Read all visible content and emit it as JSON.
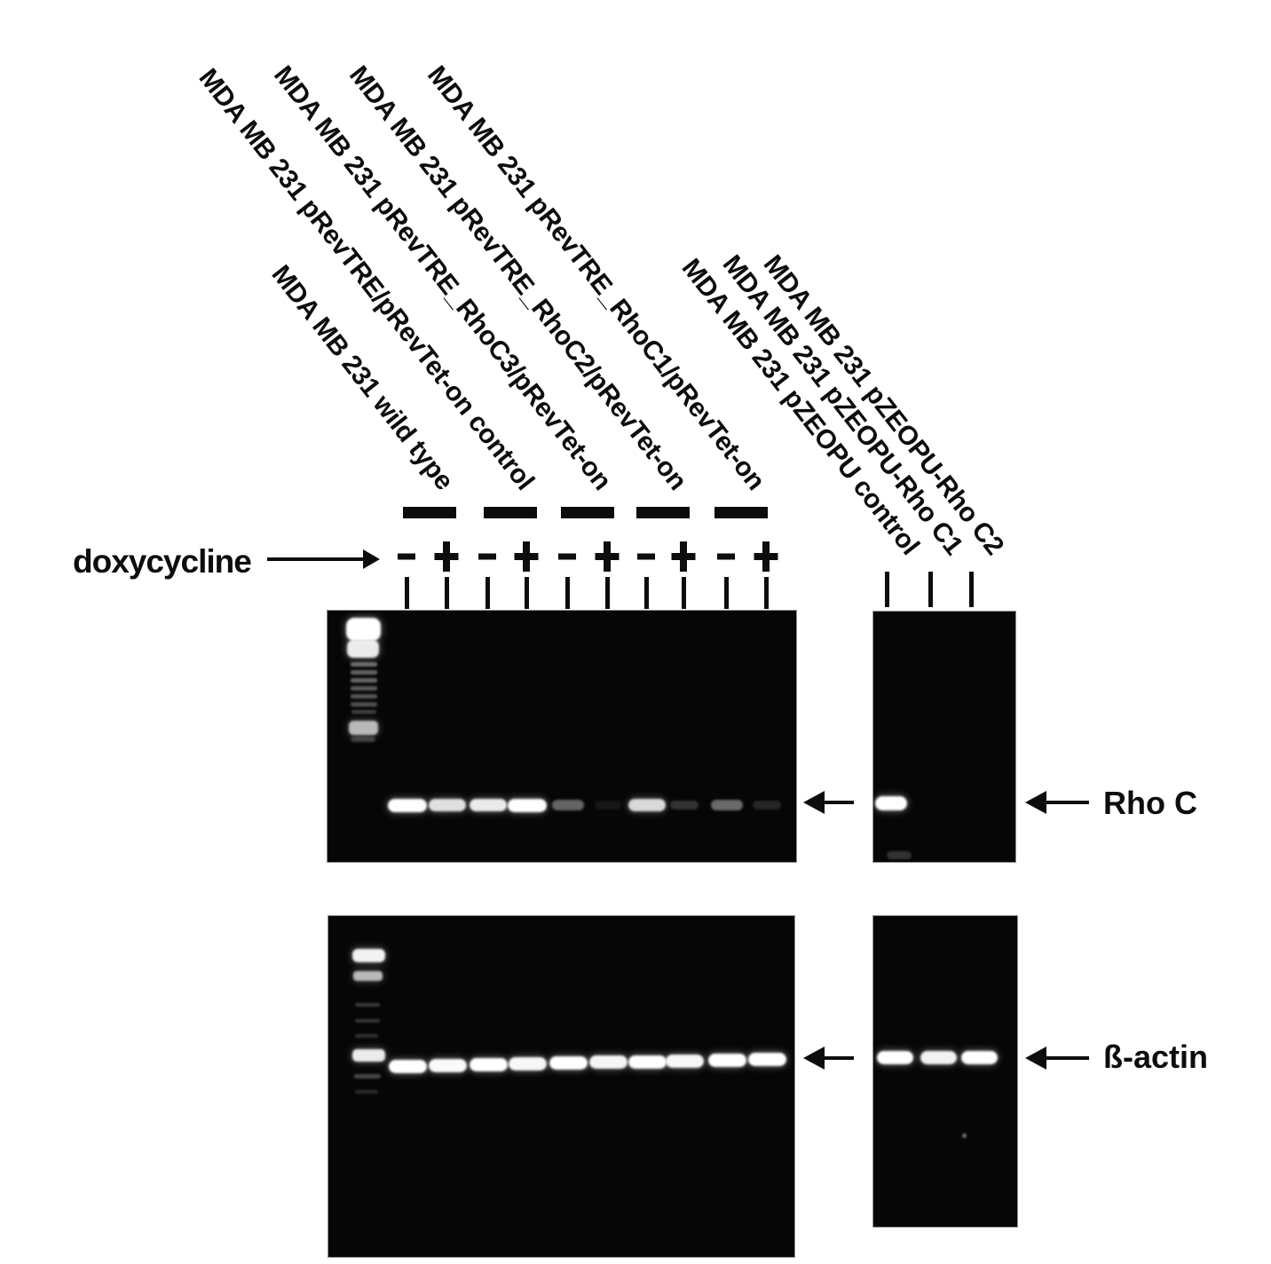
{
  "treatment": {
    "label": "doxycycline"
  },
  "row_labels": {
    "rho_c": "Rho C",
    "b_actin": "ß-actin"
  },
  "left_groups": [
    {
      "label": "MDA MB 231 wild type",
      "dox": [
        "-",
        "+"
      ]
    },
    {
      "label": "MDA MB 231 pRevTRE/pRevTet-on control",
      "dox": [
        "-",
        "+"
      ]
    },
    {
      "label": "MDA MB 231 pRevTRE_RhoC3/pRevTet-on",
      "dox": [
        "-",
        "+"
      ]
    },
    {
      "label": "MDA MB 231 pRevTRE_RhoC2/pRevTet-on",
      "dox": [
        "-",
        "+"
      ]
    },
    {
      "label": "MDA MB 231 pRevTRE_RhoC1/pRevTet-on",
      "dox": [
        "-",
        "+"
      ]
    }
  ],
  "right_lanes": [
    "MDA MB 231 pZEOPU control",
    "MDA MB 231 pZEOPU-Rho C1",
    "MDA MB 231 pZEOPU-Rho C2"
  ],
  "gel_data": {
    "rho_c": {
      "left_lanes": [
        1.0,
        0.88,
        0.92,
        1.0,
        0.38,
        0.07,
        0.85,
        0.18,
        0.4,
        0.13
      ],
      "right_lanes": [
        1.0,
        0,
        0
      ]
    },
    "b_actin": {
      "left_lanes": [
        1,
        0.98,
        1,
        0.97,
        1,
        0.96,
        1,
        0.97,
        1,
        1
      ],
      "right_lanes": [
        1,
        0.95,
        1
      ]
    }
  }
}
